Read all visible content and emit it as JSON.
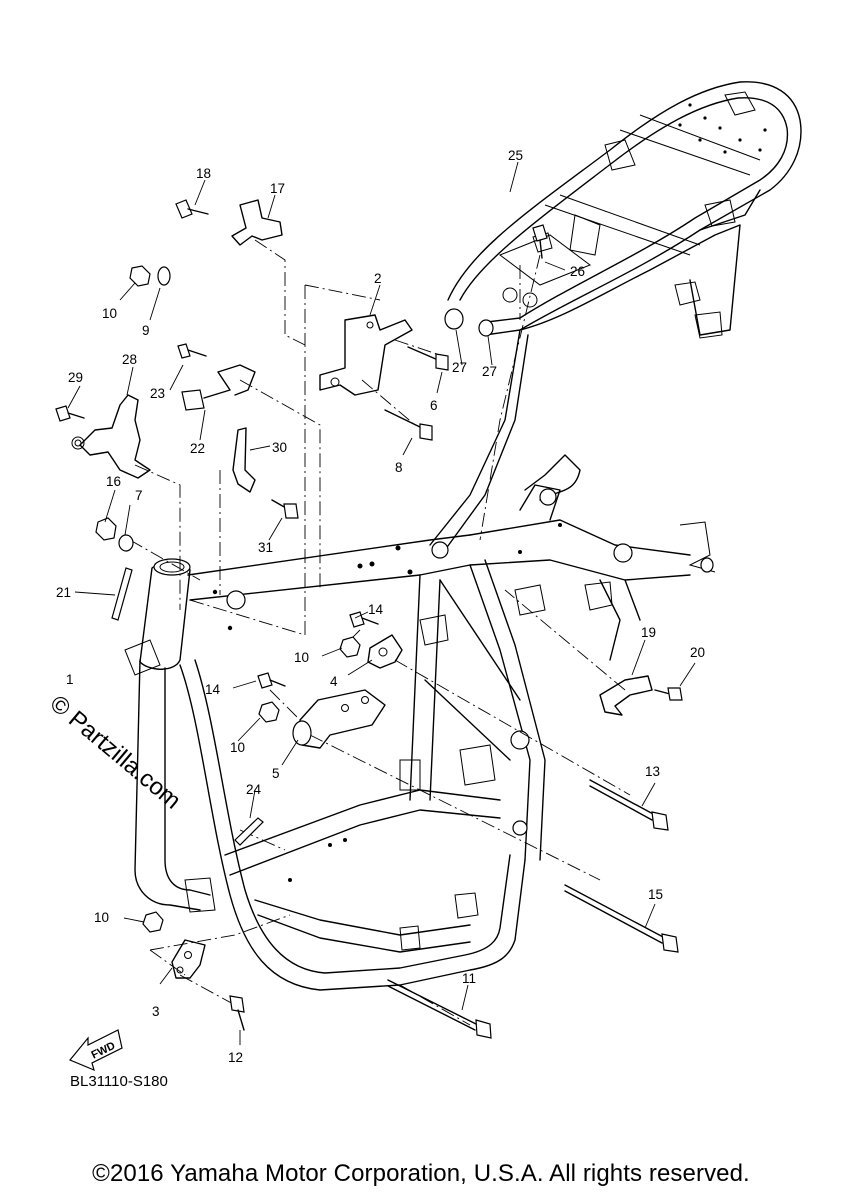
{
  "diagram": {
    "code": "BL31110-S180",
    "copyright": "©2016 Yamaha Motor Corporation, U.S.A. All rights reserved.",
    "watermark": "© Partzilla.com",
    "fwd_label": "FWD",
    "callouts": [
      "1",
      "2",
      "3",
      "4",
      "5",
      "6",
      "7",
      "8",
      "9",
      "10",
      "10",
      "10",
      "10",
      "11",
      "12",
      "13",
      "14",
      "14",
      "15",
      "16",
      "17",
      "18",
      "19",
      "20",
      "21",
      "22",
      "23",
      "24",
      "25",
      "26",
      "27",
      "27",
      "28",
      "29",
      "30",
      "31"
    ]
  }
}
